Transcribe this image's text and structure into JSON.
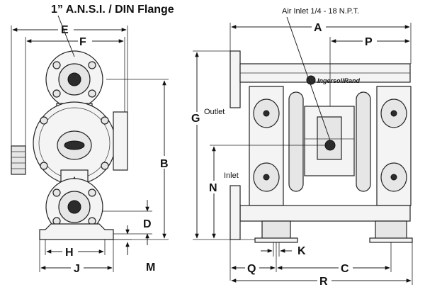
{
  "title": "1” A.N.S.I. / DIN Flange",
  "air_inlet_label": "Air Inlet 1/4 - 18 N.P.T.",
  "outlet_label": "Outlet",
  "inlet_label": "Inlet",
  "brand_label": "IngersollRand",
  "dimensions": {
    "A": "A",
    "B": "B",
    "C": "C",
    "D": "D",
    "E": "E",
    "F": "F",
    "G": "G",
    "H": "H",
    "J": "J",
    "K": "K",
    "M": "M",
    "N": "N",
    "P": "P",
    "Q": "Q",
    "R": "R"
  }
}
